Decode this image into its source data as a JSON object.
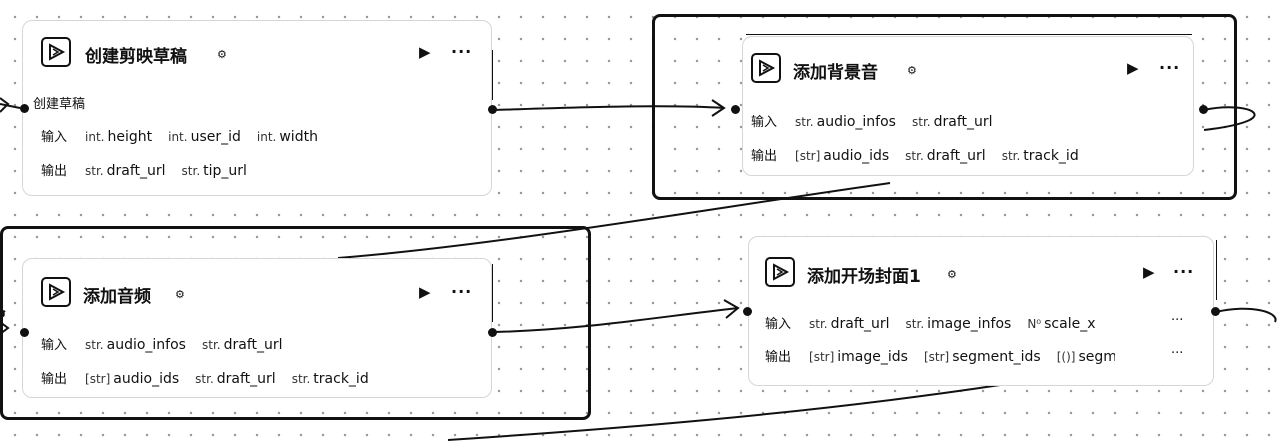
{
  "nodes": {
    "create": {
      "title": "创建剪映草稿",
      "subtitle": "创建草稿",
      "input_label": "输入",
      "inputs": [
        {
          "type": "int.",
          "name": "height"
        },
        {
          "type": "int.",
          "name": "user_id"
        },
        {
          "type": "int.",
          "name": "width"
        }
      ],
      "output_label": "输出",
      "outputs": [
        {
          "type": "str.",
          "name": "draft_url"
        },
        {
          "type": "str.",
          "name": "tip_url"
        }
      ]
    },
    "bgm": {
      "title": "添加背景音",
      "input_label": "输入",
      "inputs": [
        {
          "type": "str.",
          "name": "audio_infos"
        },
        {
          "type": "str.",
          "name": "draft_url"
        }
      ],
      "output_label": "输出",
      "outputs": [
        {
          "type": "[str]",
          "name": "audio_ids"
        },
        {
          "type": "str.",
          "name": "draft_url"
        },
        {
          "type": "str.",
          "name": "track_id"
        }
      ]
    },
    "audio": {
      "title": "添加音频",
      "input_label": "输入",
      "inputs": [
        {
          "type": "str.",
          "name": "audio_infos"
        },
        {
          "type": "str.",
          "name": "draft_url"
        }
      ],
      "output_label": "输出",
      "outputs": [
        {
          "type": "[str]",
          "name": "audio_ids"
        },
        {
          "type": "str.",
          "name": "draft_url"
        },
        {
          "type": "str.",
          "name": "track_id"
        }
      ]
    },
    "cover": {
      "title": "添加开场封面1",
      "input_label": "输入",
      "inputs": [
        {
          "type": "str.",
          "name": "draft_url"
        },
        {
          "type": "str.",
          "name": "image_infos"
        },
        {
          "type": "N⁰",
          "name": "scale_x"
        }
      ],
      "output_label": "输出",
      "outputs": [
        {
          "type": "[str]",
          "name": "image_ids"
        },
        {
          "type": "[str]",
          "name": "segment_ids"
        },
        {
          "type": "[()]",
          "name": "segm"
        }
      ],
      "overflow": "···"
    }
  },
  "icons": {
    "run": "▶",
    "more": "···",
    "settings": "⚙"
  }
}
